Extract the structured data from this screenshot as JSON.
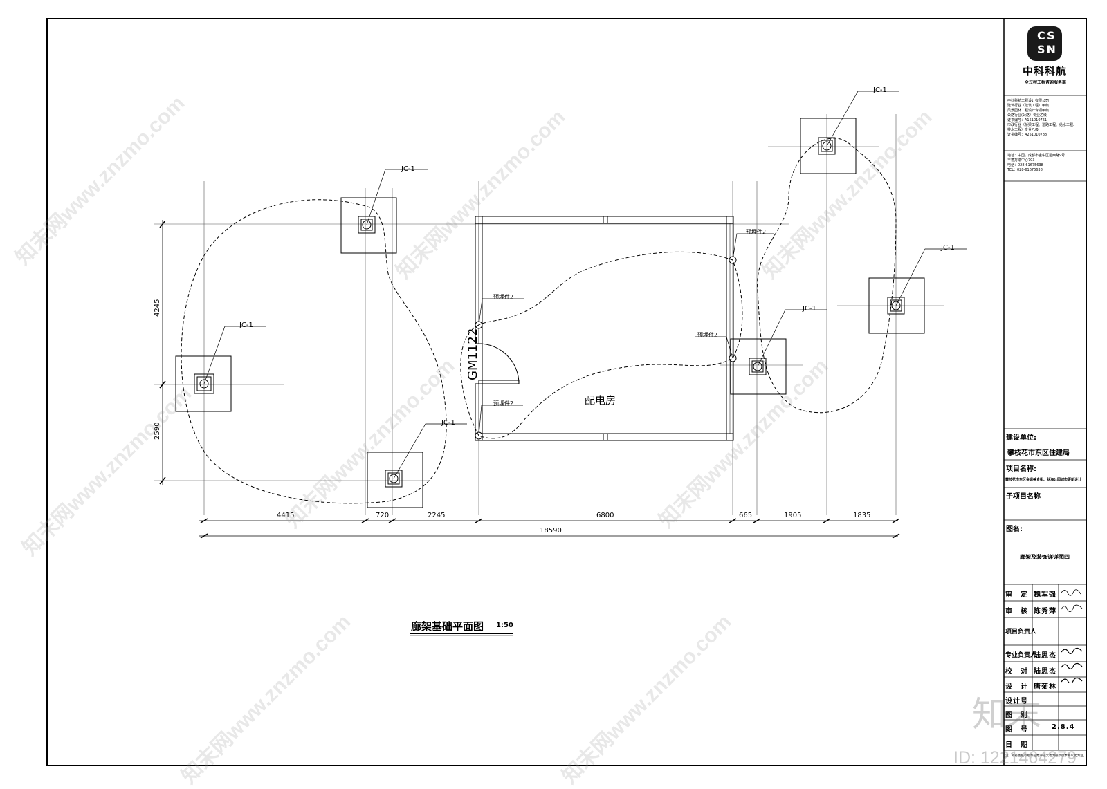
{
  "plan": {
    "title": "廊架基础平面图",
    "scale": "1:50",
    "room_label": "配电房",
    "door_label": "GM1122",
    "footings": [
      "JC-1",
      "JC-1",
      "JC-1",
      "JC-1",
      "JC-1",
      "JC-1"
    ],
    "embed_labels": [
      "预埋件2",
      "预埋件2",
      "预埋件2",
      "预埋件2"
    ],
    "dims_horizontal": [
      "4415",
      "720",
      "2245",
      "6800",
      "665",
      "1905",
      "1835"
    ],
    "dim_total": "18590",
    "dims_vertical": [
      "4245",
      "2590"
    ]
  },
  "titleblock": {
    "logo_top": "CS",
    "logo_bottom": "SN",
    "company_brand": "中科科航",
    "company_slogan": "全过程工程咨询服务商",
    "company_info": [
      "中科科航工程设计有限公司",
      "建筑行业（建筑工程）甲级",
      "风景园林工程设计专项甲级",
      "公路行业(公路）专业乙级",
      "证书编号：A151010761",
      "市政行业（桥梁工程、道路工程、给水工程、",
      "排水工程）专业乙级",
      "证书编号：A251010788"
    ],
    "address": [
      "地址：中国，成都市金牛区蜀西路9号",
      "丰德万瑞中心703",
      "电话：028-61675638",
      "TEL：028-61675638"
    ],
    "client_label": "建设单位:",
    "client_value": "攀枝花市东区住建局",
    "project_label": "项目名称:",
    "project_value": "攀枝花市东区金姐美食街、秋海公园城市更新设计",
    "subproject_label": "子项目名称",
    "drawing_label": "图名:",
    "drawing_value": "廊架及装饰详详图四",
    "rows": [
      {
        "role": "审　定",
        "name": "魏军强"
      },
      {
        "role": "审　核",
        "name": "陈秀萍"
      },
      {
        "role": "项目负责人",
        "name": ""
      },
      {
        "role": "专业负责人",
        "name": "陆思杰"
      },
      {
        "role": "校　对",
        "name": "陆思杰"
      },
      {
        "role": "设　计",
        "name": "唐菊林"
      },
      {
        "role": "设计号",
        "name": ""
      },
      {
        "role": "图　别",
        "name": ""
      },
      {
        "role": "图　号",
        "name": "2.8.4"
      },
      {
        "role": "日　期",
        "name": ""
      }
    ],
    "note": "注：所有图纸以版本号数字较大者为最新版本并以此为准。"
  },
  "watermarks": {
    "site": "知末网www.znzmo.com",
    "brand": "知末",
    "id_text": "ID: 1221464279"
  },
  "colors": {
    "line": "#000000",
    "watermark": "#9a9a9a"
  }
}
